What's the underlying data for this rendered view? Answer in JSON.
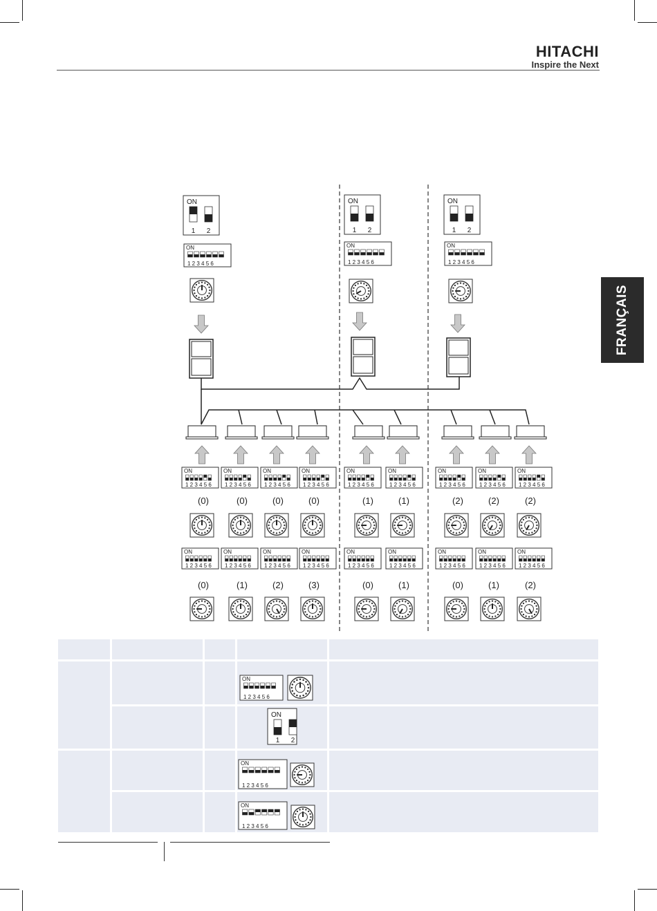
{
  "header": {
    "brand": "HITACHI",
    "tagline": "Inspire the Next"
  },
  "language_tab": "FRANÇAIS",
  "diagram": {
    "on_label": "ON",
    "two_pin_nums": [
      "1",
      "2"
    ],
    "six_pin_nums": "1 2 3 4 5 6",
    "refrigerant_cycle_labels": [
      "(0)",
      "(0)",
      "(0)",
      "(0)",
      "(1)",
      "(1)",
      "(2)",
      "(2)",
      "(2)"
    ],
    "indoor_address_labels": [
      "(0)",
      "(1)",
      "(2)",
      "(3)",
      "(0)",
      "(1)",
      "(0)",
      "(1)",
      "(2)"
    ]
  },
  "legend_table": {
    "on_label": "ON",
    "two_pin_nums": [
      "1",
      "2"
    ],
    "six_pin_nums": "1 2 3 4 5 6"
  },
  "colors": {
    "tab_background": "#2b2b2b",
    "table_fill": "#e8ebf3"
  }
}
